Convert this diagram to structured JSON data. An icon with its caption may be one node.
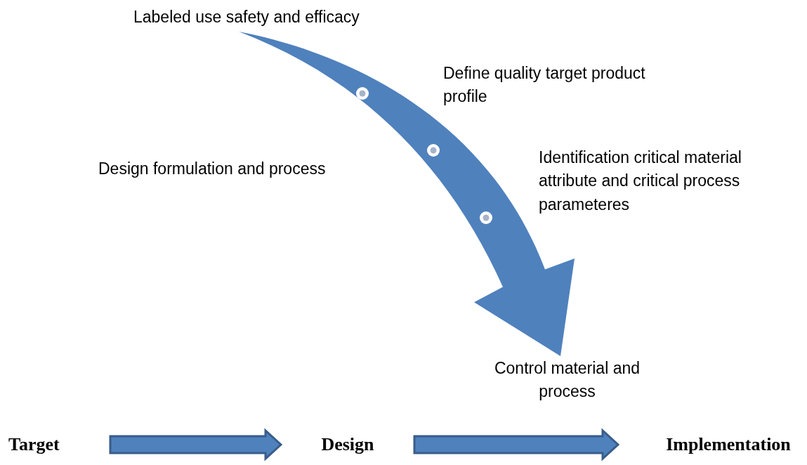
{
  "diagram": {
    "nodes": [
      {
        "text": [
          "Labeled use safety and efficacy"
        ]
      },
      {
        "text": [
          "Define quality target product profile"
        ]
      },
      {
        "text": [
          "Design formulation and process"
        ]
      },
      {
        "text": [
          "Identification critical material attribute and critical process parameteres"
        ]
      },
      {
        "text": [
          "Control material and process"
        ]
      },
      {
        "text": [
          "Target"
        ]
      },
      {
        "text": [
          "Design"
        ]
      },
      {
        "text": [
          "Implementation"
        ]
      }
    ],
    "edges": [
      {
        "from": 0,
        "to": 4,
        "arrow": "to",
        "style": "thick"
      },
      {
        "from": 5,
        "to": 6,
        "arrow": "to"
      },
      {
        "from": 6,
        "to": 7,
        "arrow": "to"
      }
    ]
  }
}
